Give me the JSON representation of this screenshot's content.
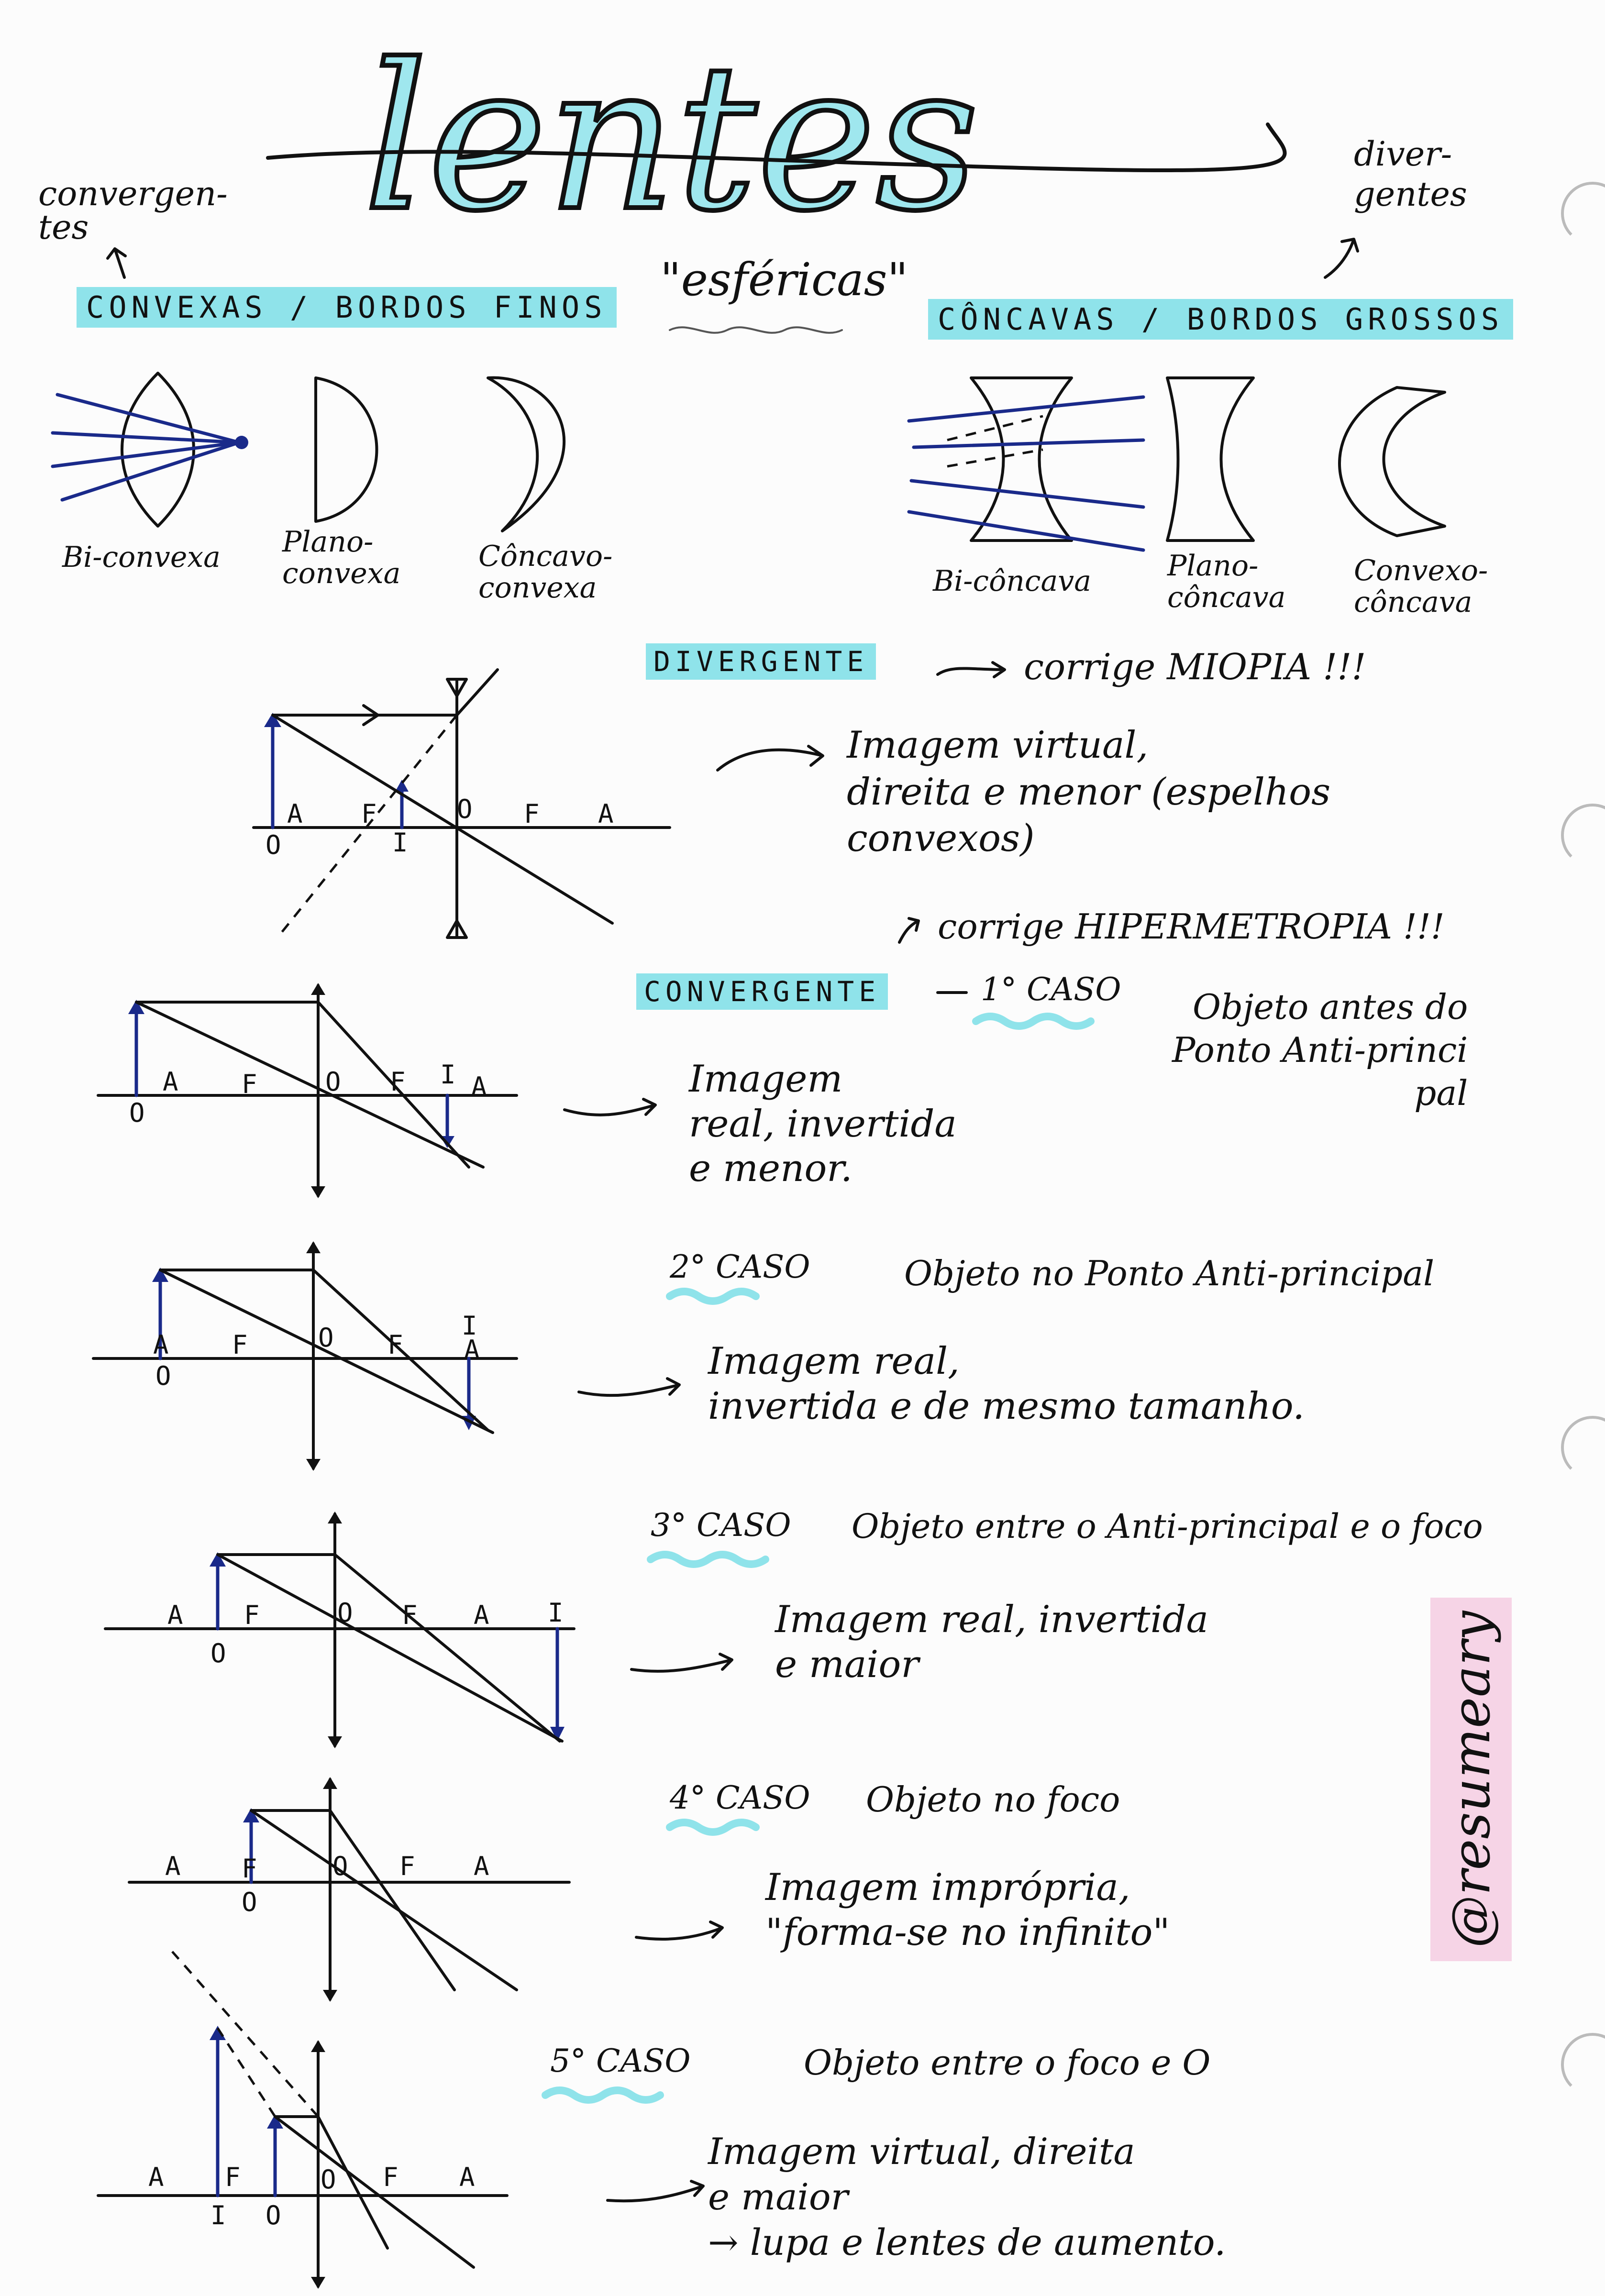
{
  "header": {
    "title": "lentes",
    "subtitle": "\"esféricas\"",
    "left_note": "convergen-\ntes",
    "right_note": "diver-\ngentes",
    "left_heading": "CONVEXAS / BORDOS FINOS",
    "right_heading": "CÔNCAVAS / BORDOS GROSSOS"
  },
  "lens_types": {
    "convex": [
      "Bi-convexa",
      "Plano-\nconvexa",
      "Côncavo-\nconvexa"
    ],
    "concave": [
      "Bi-côncava",
      "Plano-\ncôncava",
      "Convexo-\ncôncava"
    ]
  },
  "divergent": {
    "label": "DIVERGENTE",
    "corrects": "corrige MIOPIA !!!",
    "image": "Imagem virtual,\ndireita e menor (espelhos\nconvexos)"
  },
  "convergent": {
    "label": "CONVERGENTE",
    "corrects": "corrige HIPERMETROPIA !!!",
    "cases": [
      {
        "case": "1° CASO",
        "object": "Objeto antes do\nPonto Anti-princi\npal",
        "image": "Imagem\nreal, invertida\ne menor."
      },
      {
        "case": "2° CASO",
        "object": "Objeto no Ponto Anti-principal",
        "image": "Imagem real,\ninvertida e de mesmo tamanho."
      },
      {
        "case": "3° CASO",
        "object": "Objeto entre o Anti-principal e o foco",
        "image": "Imagem real, invertida\ne maior"
      },
      {
        "case": "4° CASO",
        "object": "Objeto no foco",
        "image": "Imagem imprópria,\n\"forma-se no infinito\""
      },
      {
        "case": "5° CASO",
        "object": "Objeto entre o foco e O",
        "image": "Imagem virtual, direita\ne maior\n→ lupa e lentes de aumento."
      }
    ]
  },
  "diagram_labels": {
    "A": "A",
    "F": "F",
    "O": "O",
    "I": "I"
  },
  "signature": "@resumeary",
  "colors": {
    "highlight": "#8fe3ea",
    "ink": "#111111",
    "blue_ink": "#1a2a8a",
    "sticker": "#f6d4e6"
  }
}
